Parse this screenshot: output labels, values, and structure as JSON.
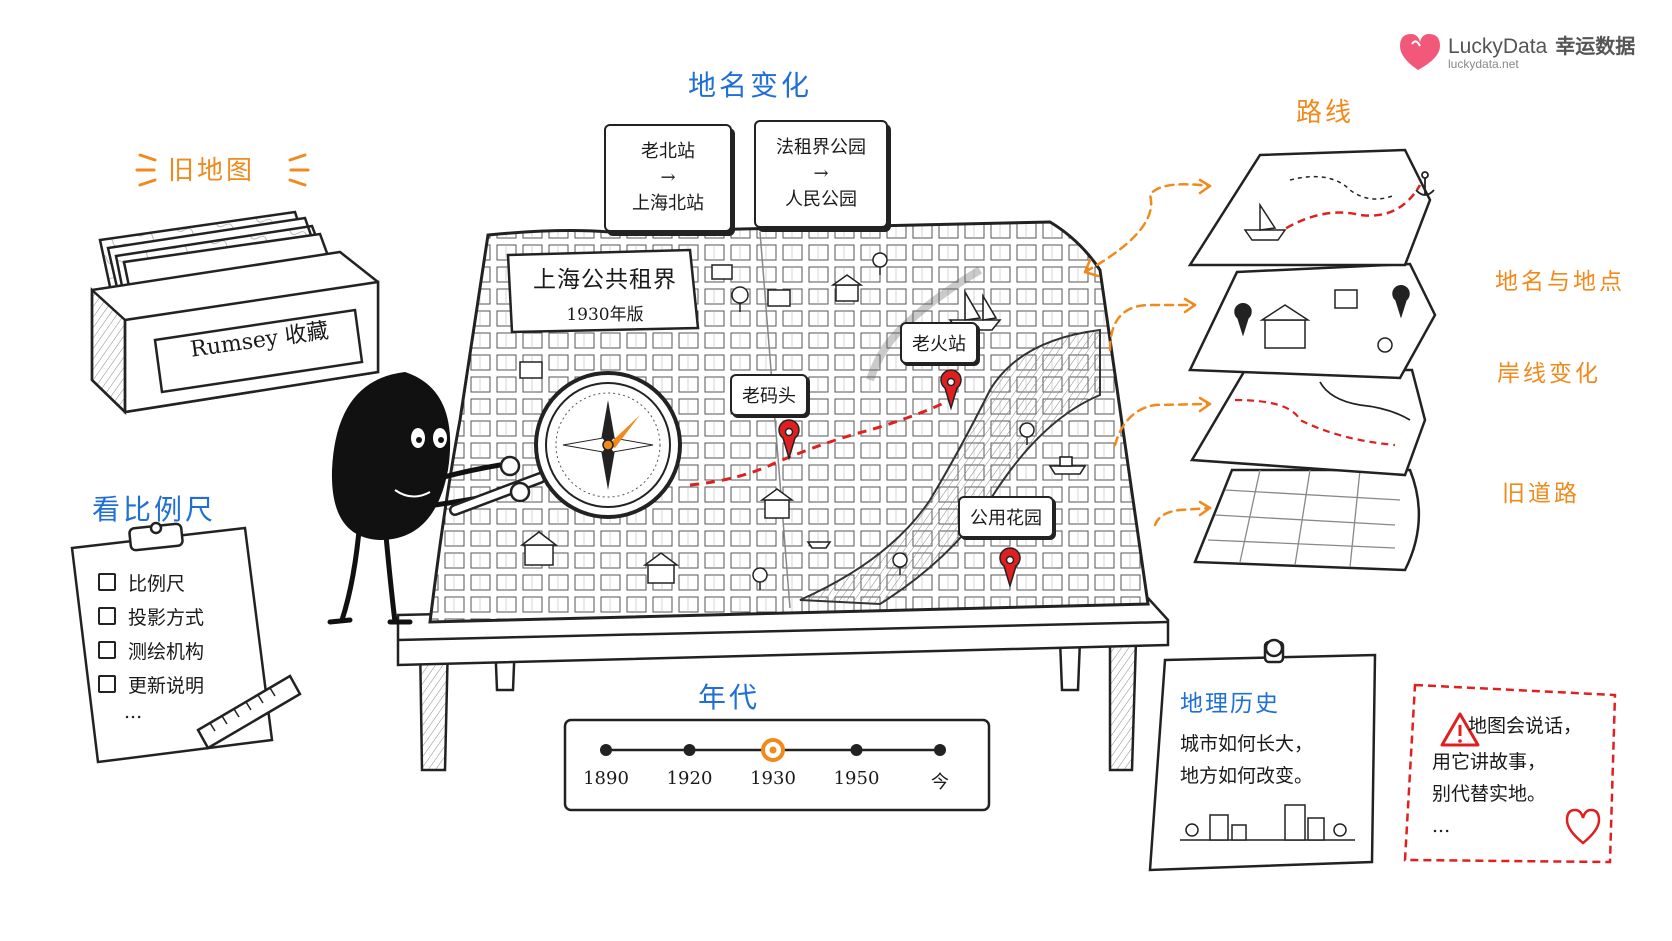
{
  "brand": {
    "name": "LuckyData",
    "cn_name": "幸运数据",
    "url": "luckydata.net",
    "color": "#f1587a"
  },
  "old_maps": {
    "title": "旧地图",
    "box_label": "Rumsey 收藏"
  },
  "place_names": {
    "title": "地名变化",
    "cards": [
      {
        "old": "老北站",
        "arrow": "→",
        "new": "上海北站"
      },
      {
        "old": "法租界公园",
        "arrow": "→",
        "new": "人民公园"
      }
    ]
  },
  "main_map": {
    "title": "上海公共租界",
    "subtitle": "1930年版",
    "callouts": [
      "老码头",
      "老火站",
      "公用花园"
    ]
  },
  "scale": {
    "title": "看比例尺",
    "items": [
      "比例尺",
      "投影方式",
      "测绘机构",
      "更新说明"
    ],
    "more": "..."
  },
  "era": {
    "title": "年代",
    "ticks": [
      "1890",
      "1920",
      "1930",
      "1950",
      "今"
    ],
    "selected_index": 2
  },
  "layers": {
    "route_title": "路线",
    "labels": [
      "地名与地点",
      "岸线变化",
      "旧道路"
    ]
  },
  "history_note": {
    "title": "地理历史",
    "lines": [
      "城市如何长大，",
      "地方如何改变。"
    ]
  },
  "warning_note": {
    "lines": [
      "地图会说话，",
      "用它讲故事，",
      "别代替实地。"
    ],
    "more": "..."
  },
  "colors": {
    "accent_blue": "#1f6fd6",
    "accent_orange": "#f08a1c",
    "route_red": "#e02020",
    "ink": "#1a1a1a"
  }
}
